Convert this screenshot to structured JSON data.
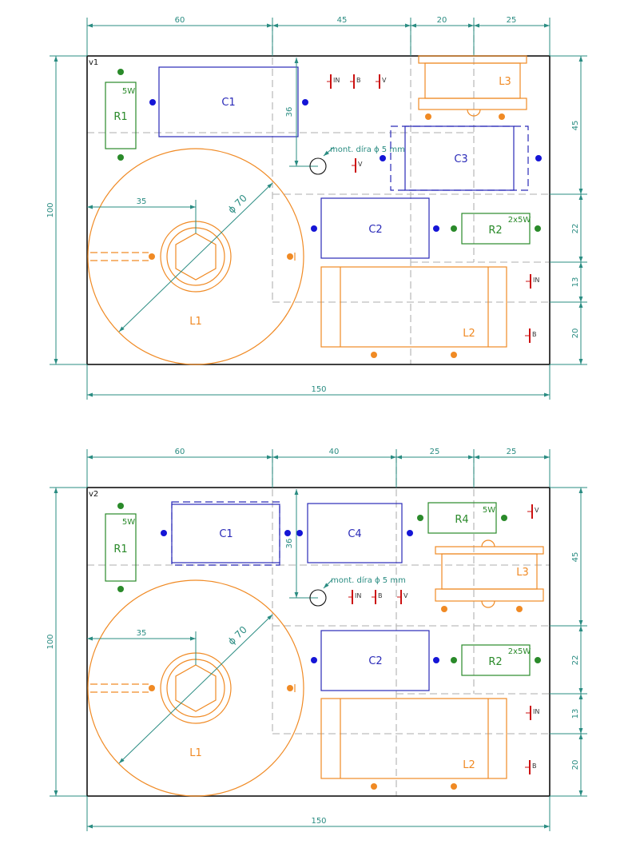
{
  "panels": [
    {
      "id": "v1",
      "label": "v1",
      "dims_top": [
        "60",
        "45",
        "20",
        "25"
      ],
      "dim_total": "150",
      "dim_height": "100",
      "dims_right": [
        "45",
        "22",
        "13",
        "20"
      ],
      "dim_hole_offset": "36",
      "dim_coil_offset": "35",
      "dim_coil_diameter": "ϕ 70",
      "mount_hole_note": "mont. díra ϕ 5 mm",
      "labels": {
        "R1": "R1",
        "R1_power": "5W",
        "C1": "C1",
        "C2": "C2",
        "C3": "C3",
        "R2": "R2",
        "R2_power": "2x5W",
        "L1": "L1",
        "L2": "L2",
        "L3": "L3"
      },
      "terminals": [
        "IN",
        "B",
        "V",
        "V",
        "IN",
        "B"
      ]
    },
    {
      "id": "v2",
      "label": "v2",
      "dims_top": [
        "60",
        "40",
        "25",
        "25"
      ],
      "dim_total": "150",
      "dim_height": "100",
      "dims_right": [
        "45",
        "22",
        "13",
        "20"
      ],
      "dim_hole_offset": "36",
      "dim_coil_offset": "35",
      "dim_coil_diameter": "ϕ 70",
      "mount_hole_note": "mont. díra ϕ 5 mm",
      "labels": {
        "R1": "R1",
        "R1_power": "5W",
        "C1": "C1",
        "C4": "C4",
        "C2": "C2",
        "R2": "R2",
        "R2_power": "2x5W",
        "R4": "R4",
        "R4_power": "5W",
        "L1": "L1",
        "L2": "L2",
        "L3": "L3"
      },
      "terminals": [
        "V",
        "IN",
        "B",
        "V",
        "IN",
        "B"
      ]
    }
  ],
  "colors": {
    "coil": "#f08a24",
    "capacitor": "#2a2ab8",
    "resistor": "#2a8a2a",
    "dimension": "#2a8c82",
    "terminal": "#cc1111",
    "guide": "#bdbdbd"
  }
}
